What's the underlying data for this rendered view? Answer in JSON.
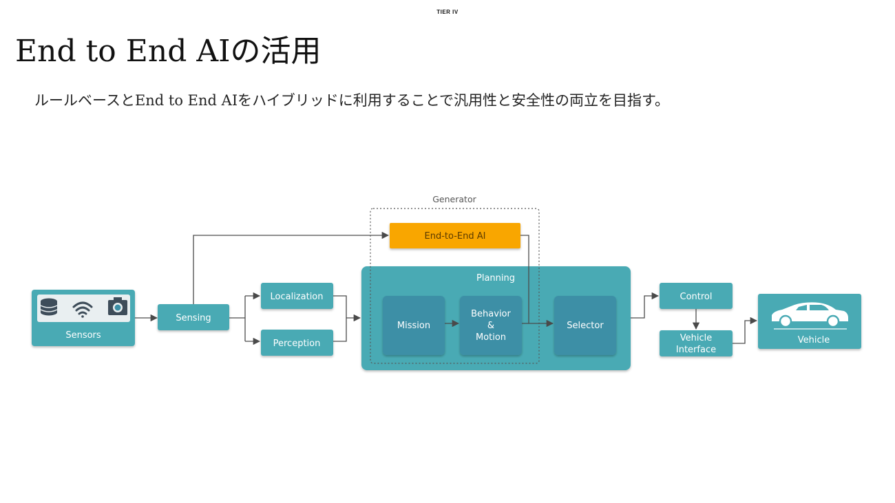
{
  "header": {
    "brand": "TIER IV",
    "title": "End to End AIの活用",
    "subtitle": "ルールベースとEnd to End AIをハイブリッドに利用することで汎用性と安全性の両立を目指す。"
  },
  "diagram": {
    "generator_label": "Generator",
    "planning_label": "Planning",
    "nodes": {
      "sensors": "Sensors",
      "sensing": "Sensing",
      "localization": "Localization",
      "perception": "Perception",
      "end_to_end_ai": "End-to-End AI",
      "mission": "Mission",
      "behavior_line1": "Behavior",
      "behavior_line2": "&",
      "behavior_line3": "Motion",
      "selector": "Selector",
      "control": "Control",
      "vehicle_interface_line1": "Vehicle",
      "vehicle_interface_line2": "Interface",
      "vehicle": "Vehicle"
    },
    "sensor_icons": [
      "database-icon",
      "wifi-icon",
      "camera-icon"
    ],
    "colors": {
      "teal": "#4aaab4",
      "teal_dark": "#3d8fa6",
      "orange": "#f9a602",
      "arrow": "#4a4a4a"
    }
  }
}
